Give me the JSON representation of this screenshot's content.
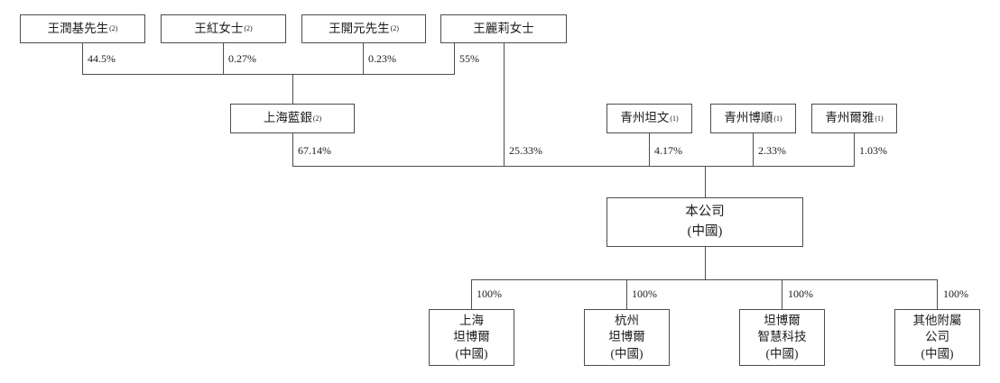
{
  "diagram_title": "shareholding-structure",
  "shareholders": [
    {
      "name": "王潤基先生",
      "note": "(2)",
      "stake_in_shanghai_lanyin": "44.5%"
    },
    {
      "name": "王紅女士",
      "note": "(2)",
      "stake_in_shanghai_lanyin": "0.27%"
    },
    {
      "name": "王開元先生",
      "note": "(2)",
      "stake_in_shanghai_lanyin": "0.23%"
    },
    {
      "name": "王麗莉女士",
      "stake_in_shanghai_lanyin": "55%",
      "stake_in_company": "25.33%"
    }
  ],
  "intermediate_holding": {
    "name": "上海藍銀",
    "note": "(2)",
    "stake_in_company": "67.14%"
  },
  "partnerships": [
    {
      "name": "青州坦文",
      "note": "(1)",
      "stake_in_company": "4.17%"
    },
    {
      "name": "青州博順",
      "note": "(1)",
      "stake_in_company": "2.33%"
    },
    {
      "name": "青州爾雅",
      "note": "(1)",
      "stake_in_company": "1.03%"
    }
  ],
  "company": {
    "name": "本公司\n(中國)"
  },
  "subsidiaries": [
    {
      "name": "上海\n坦博爾\n(中國)",
      "stake": "100%"
    },
    {
      "name": "杭州\n坦博爾\n(中國)",
      "stake": "100%"
    },
    {
      "name": "坦博爾\n智慧科技\n(中國)",
      "stake": "100%"
    },
    {
      "name": "其他附屬\n公司\n(中國)",
      "stake": "100%"
    }
  ],
  "colors": {
    "line": "#4d4d4f",
    "text": "#1c1c1c",
    "background": "#ffffff"
  }
}
